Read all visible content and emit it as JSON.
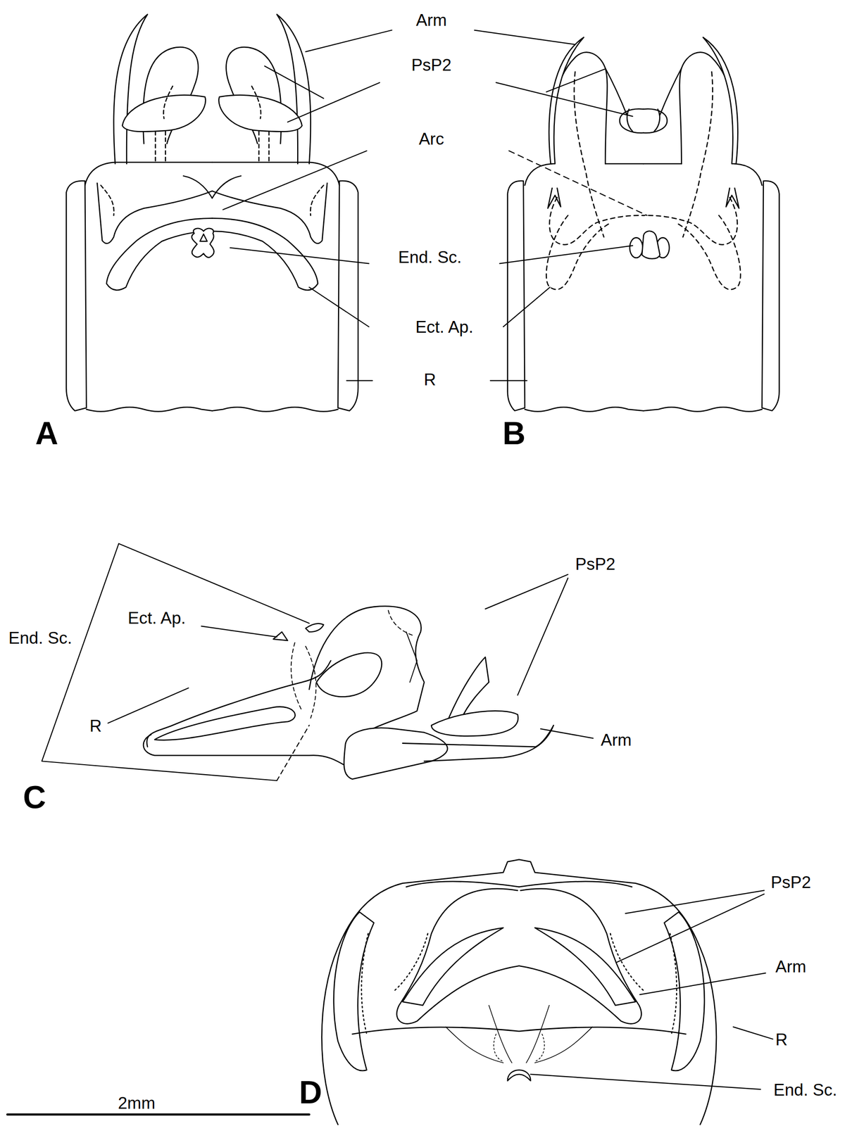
{
  "diagram": {
    "labels": [
      "Arm",
      "PsP2",
      "Arc",
      "End. Sc.",
      "Ect. Ap.",
      "R",
      "A",
      "B",
      "PsP2",
      "Ect. Ap.",
      "End. Sc.",
      "R",
      "Arm",
      "C",
      "PsP2",
      "Arm",
      "R",
      "End. Sc.",
      "D",
      "2mm"
    ]
  }
}
